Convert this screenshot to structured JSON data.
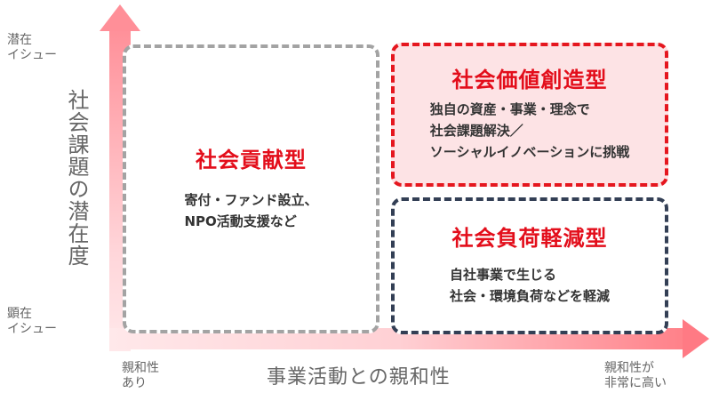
{
  "y_axis": {
    "title": "社会課題の潜在度",
    "top_label": [
      "潜在",
      "イシュー"
    ],
    "bottom_label": [
      "顕在",
      "イシュー"
    ]
  },
  "x_axis": {
    "title": "事業活動との親和性",
    "left_label": [
      "親和性",
      "あり"
    ],
    "right_label": [
      "親和性が",
      "非常に高い"
    ]
  },
  "quadrants": {
    "contribution": {
      "title": "社会貢献型",
      "lines": [
        "寄付・ファンド設立、",
        "NPO活動支援など"
      ]
    },
    "value_creation": {
      "title": "社会価値創造型",
      "lines": [
        "独自の資産・事業・理念で",
        "社会課題解決／",
        "ソーシャルイノベーションに挑戦"
      ]
    },
    "burden_reduction": {
      "title": "社会負荷軽減型",
      "lines": [
        "自社事業で生じる",
        "社会・環境負荷などを軽減"
      ]
    }
  },
  "colors": {
    "accent_red": "#e30e1b",
    "arrow_pink": "#ff8f98",
    "gray_border": "#a3a3a3",
    "navy_border": "#333f55",
    "red_box_fill": "#fde3e5"
  }
}
